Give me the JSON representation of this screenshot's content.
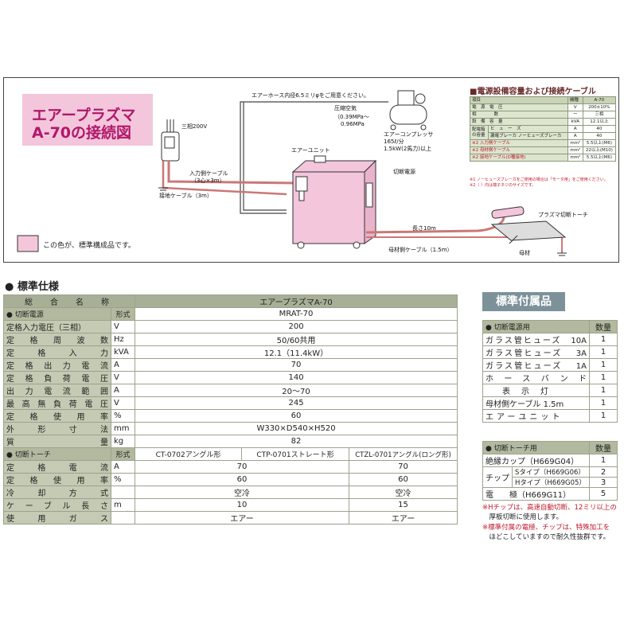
{
  "diagram": {
    "title_line1": "エアープラズマ",
    "title_line2": "A-70の接続図",
    "labels": {
      "air_hose": "エアーホース内径6.5ミリφをご用意ください。",
      "compressed_air": "圧縮空気",
      "pressure_1": "（0.39MPa〜",
      "pressure_2": "0.96MPa",
      "compressor_1": "エアーコンプレッサ",
      "compressor_2": "165ℓ/分",
      "compressor_3": "1.5kW(2馬力)以上",
      "three_phase": "三相200V",
      "input_cable_1": "入力側ケーブル",
      "input_cable_2": "（3心×3m）",
      "ground_cable": "接地ケーブル（3m）",
      "air_unit": "エアーユニット",
      "cutting_power": "切断電源",
      "plasma_torch": "プラズマ切断トーチ",
      "length_10m": "長さ10m",
      "base_cable": "母材側ケーブル（1.5m）",
      "base_metal": "母材",
      "legend_text": "この色が、標準構成品です。"
    },
    "power_table": {
      "title": "■電源設備容量および接続ケーブル",
      "header": [
        "項目",
        "",
        "機種",
        "A-70"
      ],
      "rows": [
        [
          "電　源　電　圧",
          "V",
          "200±10%"
        ],
        [
          "相　　　　数",
          "ー",
          "三相"
        ],
        [
          "設　備　容　量",
          "kVA",
          "12.1以上"
        ]
      ],
      "breaker_group": "配電箱の容量",
      "breaker_rows": [
        [
          "ヒ　ュ　ー　ズ",
          "A",
          "40"
        ],
        [
          "漏電ブレーカ ノーヒューズブレーカ",
          "A",
          "40"
        ]
      ],
      "cable_rows": [
        [
          "※2 入力側ケーブル",
          "mm²",
          "5.5以上(M6)"
        ],
        [
          "※2 母材側ケーブル",
          "mm²",
          "22以上(M10)"
        ],
        [
          "※2 接地ケーブル(D種接地)",
          "mm²",
          "5.5以上(M6)"
        ]
      ],
      "note1": "※1 ノーヒューズブレーカをご使用の場合は「モータ用」をご使用ください。",
      "note2": "※2（ ）内は端子ネジのサイズです。"
    }
  },
  "spec": {
    "heading": "標準仕様",
    "header": {
      "label": "総　合　名　称",
      "value": "エアープラズマA-70"
    },
    "power_section": {
      "label": "切断電源",
      "unit": "形式",
      "value": "MRAT-70"
    },
    "power_rows": [
      {
        "label": "定格入力電圧（三相）",
        "unit": "V",
        "value": "200"
      },
      {
        "label": "定格周波数",
        "unit": "Hz",
        "value": "50/60共用"
      },
      {
        "label": "定格入力",
        "unit": "kVA",
        "value": "12.1（11.4kW）"
      },
      {
        "label": "定格出力電流",
        "unit": "A",
        "value": "70"
      },
      {
        "label": "定格負荷電圧",
        "unit": "V",
        "value": "140"
      },
      {
        "label": "出力電流範囲",
        "unit": "A",
        "value": "20〜70"
      },
      {
        "label": "最高無負荷電圧",
        "unit": "V",
        "value": "245"
      },
      {
        "label": "定格使用率",
        "unit": "%",
        "value": "60"
      },
      {
        "label": "外形寸法",
        "unit": "mm",
        "value": "W330×D540×H520"
      },
      {
        "label": "質量",
        "unit": "kg",
        "value": "82"
      }
    ],
    "torch_section": {
      "label": "切断トーチ",
      "unit": "形式",
      "models": [
        "CT-0702アングル形",
        "CTP-0701ストレート形",
        "CTZL-0701アングル(ロング形)"
      ]
    },
    "torch_rows": [
      {
        "label": "定格電流",
        "unit": "A",
        "v12": "70",
        "v3": "70"
      },
      {
        "label": "定格使用率",
        "unit": "%",
        "v12": "60",
        "v3": "60"
      },
      {
        "label": "冷却方式",
        "unit": "",
        "v12": "空冷",
        "v3": "空冷"
      },
      {
        "label": "ケーブル長さ",
        "unit": "m",
        "v12": "10",
        "v3": "15"
      },
      {
        "label": "使用ガス",
        "unit": "",
        "v12": "エアー",
        "v3": "エアー"
      }
    ]
  },
  "accessories": {
    "heading": "標準付属品",
    "power_section": {
      "label": "切断電源用",
      "qty_header": "数量"
    },
    "power_items": [
      {
        "name": "ガラス管ヒューズ　10A",
        "qty": "1"
      },
      {
        "name": "ガラス管ヒューズ　 3A",
        "qty": "1"
      },
      {
        "name": "ガラス管ヒューズ　 1A",
        "qty": "1"
      },
      {
        "name": "ホースバンド",
        "qty": "1"
      },
      {
        "name": "表示灯",
        "qty": "1"
      },
      {
        "name": "母材側ケーブル 1.5m",
        "qty": "1"
      },
      {
        "name": "エアーユニット",
        "qty": "1"
      }
    ],
    "torch_section": {
      "label": "切断トーチ用",
      "qty_header": "数量"
    },
    "torch_items": {
      "cup": {
        "name": "絶縁カップ（H669G04）",
        "qty": "1"
      },
      "tip_label": "チップ",
      "tip_s": {
        "name": "Sタイプ（H669G06）",
        "qty": "2"
      },
      "tip_h": {
        "name": "Hタイプ（H669G05）",
        "qty": "3"
      },
      "electrode": {
        "name": "電　　極（H669G11）",
        "qty": "5"
      }
    },
    "notes": [
      "※Hチップは、高速自動切断、12ミリ以上の",
      "　厚板切断に使用します。",
      "※標準付属の電極、チップは、特殊加工を",
      "　ほどこしていますので耐久性抜群です。"
    ]
  },
  "colors": {
    "pink": "#f3c6dc",
    "title_magenta": "#b0186a",
    "header_green": "#a7b096"
  }
}
